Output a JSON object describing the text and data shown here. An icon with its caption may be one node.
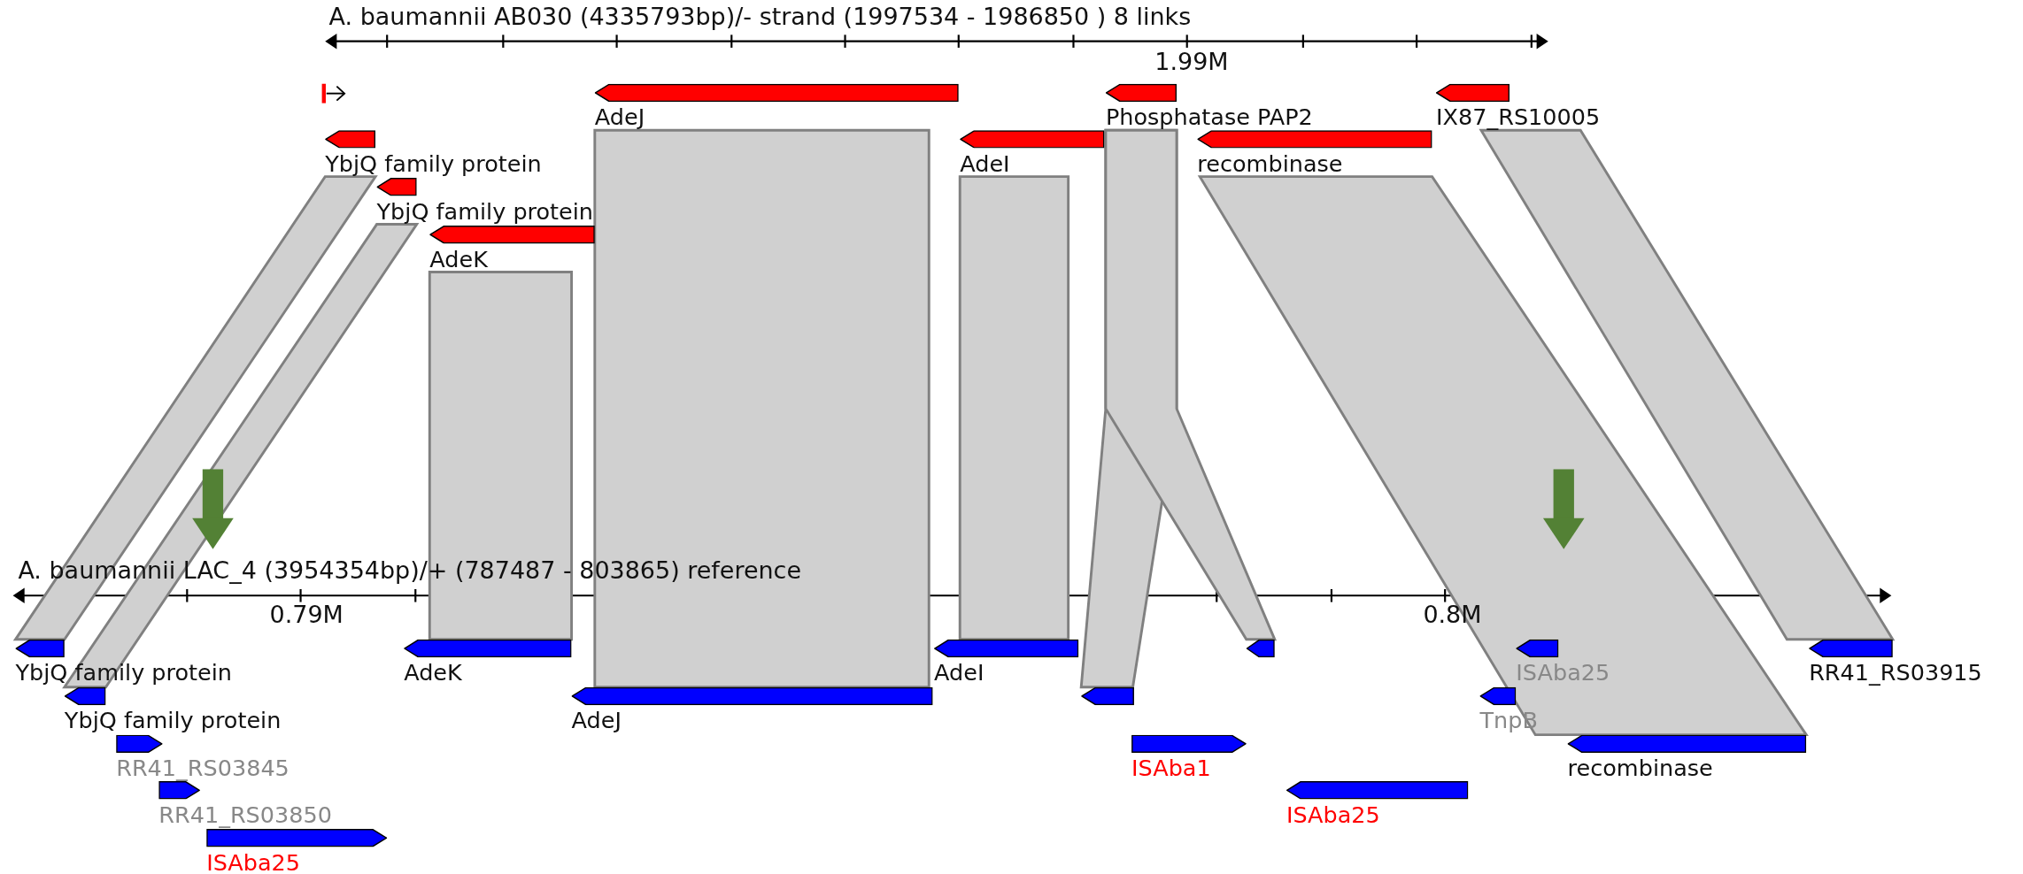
{
  "diagram": {
    "nodes": [
      {
        "text": [
          "AdeJ"
        ]
      },
      {
        "text": [
          "Phosphatase PAP2"
        ]
      },
      {
        "text": [
          "IX87_RS10005"
        ]
      },
      {
        "text": [
          "YbjQ family protein"
        ]
      },
      {
        "text": [
          "AdeI"
        ]
      },
      {
        "text": [
          "recombinase"
        ]
      },
      {
        "text": [
          "YbjQ family protein"
        ]
      },
      {
        "text": [
          "AdeK"
        ]
      },
      {
        "text": [
          "YbjQ family protein"
        ]
      },
      {
        "text": [
          "AdeK"
        ]
      },
      {
        "text": [
          "AdeI"
        ]
      },
      {
        "text": [],
        "shape": "arrow"
      },
      {
        "text": [
          "ISAba25"
        ]
      },
      {
        "text": [
          "RR41_RS03915"
        ]
      },
      {
        "text": [
          "YbjQ family protein"
        ]
      },
      {
        "text": [
          "AdeJ"
        ]
      },
      {
        "text": [],
        "shape": "arrow"
      },
      {
        "text": [
          "TnpB"
        ]
      },
      {
        "text": [
          "RR41_RS03845"
        ]
      },
      {
        "text": [
          "ISAba1"
        ]
      },
      {
        "text": [
          "recombinase"
        ]
      },
      {
        "text": [
          "RR41_RS03850"
        ]
      },
      {
        "text": [
          "ISAba25"
        ]
      },
      {
        "text": [
          "ISAba25"
        ]
      }
    ],
    "edges": [
      {
        "from": 3,
        "to": 8,
        "arrow": "none"
      },
      {
        "from": 6,
        "to": 14,
        "arrow": "none"
      },
      {
        "from": 7,
        "to": 9,
        "arrow": "none"
      },
      {
        "from": 0,
        "to": 15,
        "arrow": "none"
      },
      {
        "from": 4,
        "to": 10,
        "arrow": "none"
      },
      {
        "from": 1,
        "to": 16,
        "arrow": "none"
      },
      {
        "from": 1,
        "to": 11,
        "arrow": "none"
      },
      {
        "from": 5,
        "to": 20,
        "arrow": "none"
      },
      {
        "from": 2,
        "to": 13,
        "arrow": "none"
      }
    ],
    "labels": [
      "A. baumannii AB030 (4335793bp)/- strand (1997534 - 1986850 ) 8 links",
      "1.99M",
      "A. baumannii LAC_4 (3954354bp)/+ (787487 - 803865) reference",
      "0.79M",
      "0.8M"
    ]
  }
}
